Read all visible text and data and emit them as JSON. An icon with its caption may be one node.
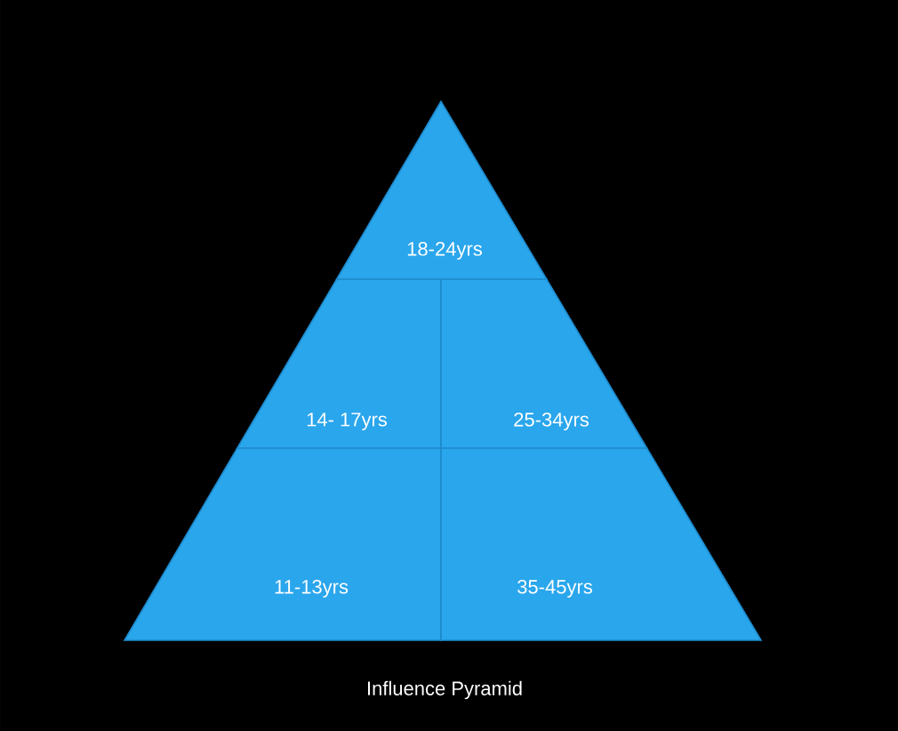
{
  "diagram": {
    "caption": "Influence Pyramid",
    "nodes": [
      {
        "text": [
          "18-24yrs"
        ]
      },
      {
        "text": [
          "14- 17yrs"
        ]
      },
      {
        "text": [
          "25-34yrs"
        ]
      },
      {
        "text": [
          "11-13yrs"
        ]
      },
      {
        "text": [
          "35-45yrs"
        ]
      }
    ],
    "edges": []
  }
}
